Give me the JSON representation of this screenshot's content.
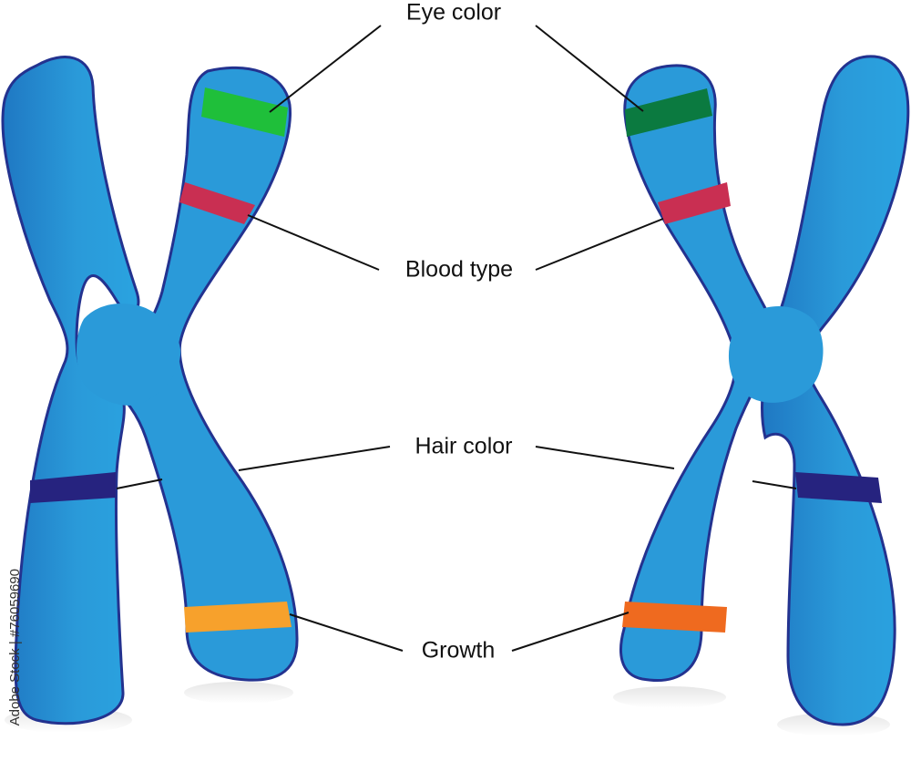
{
  "labels": {
    "eye_color": "Eye color",
    "blood_type": "Blood type",
    "hair_color": "Hair color",
    "growth": "Growth"
  },
  "watermark": {
    "stock_id": "Adobe Stock | #76059690"
  },
  "colors": {
    "chromosome_fill": "#2a9ad9",
    "chromosome_dark": "#1f78c3",
    "chromosome_outline": "#23328f",
    "eye_band_left": "#1fbf3a",
    "eye_band_right": "#0b7a40",
    "blood_band": "#c92f52",
    "hair_band": "#26237f",
    "growth_band": "#f7a12c",
    "growth_band_right": "#ef6a1f",
    "leader_line": "#111111"
  },
  "icons": {
    "chromosome_left": "chromosome-x-shape",
    "chromosome_right": "chromosome-x-shape"
  }
}
